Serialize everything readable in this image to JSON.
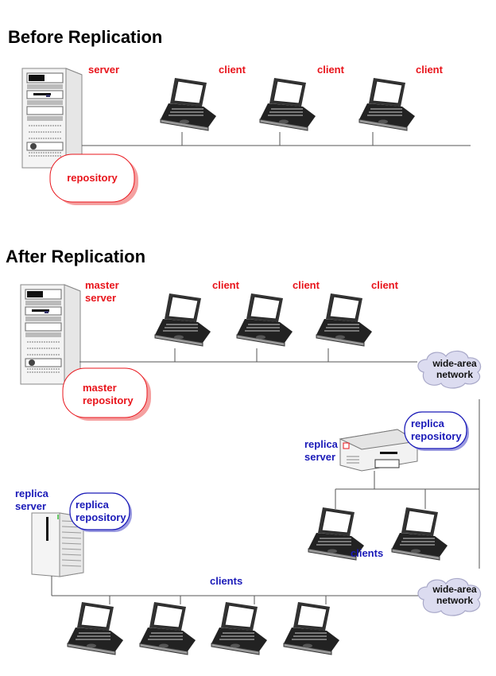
{
  "before": {
    "title": "Before Replication",
    "server_label": "server",
    "repository_label": "repository",
    "client_labels": [
      "client",
      "client",
      "client"
    ]
  },
  "after": {
    "title": "After Replication",
    "master_server_label": "master\nserver",
    "master_repository_label": "master\nrepository",
    "client_labels": [
      "client",
      "client",
      "client"
    ],
    "wan_top_label": "wide-area\nnetwork",
    "wan_bottom_label": "wide-area\nnetwork",
    "replica_server_right_label": "replica\nserver",
    "replica_repository_right_label": "replica\nrepository",
    "clients_right_label": "clients",
    "replica_server_left_label": "replica\nserver",
    "replica_repository_left_label": "replica\nrepository",
    "clients_bottom_label": "clients"
  },
  "colors": {
    "primary_label": "#e8141b",
    "replica_label": "#1a1ab8",
    "network_line": "#555555",
    "cloud_fill": "#dcdcf0"
  }
}
